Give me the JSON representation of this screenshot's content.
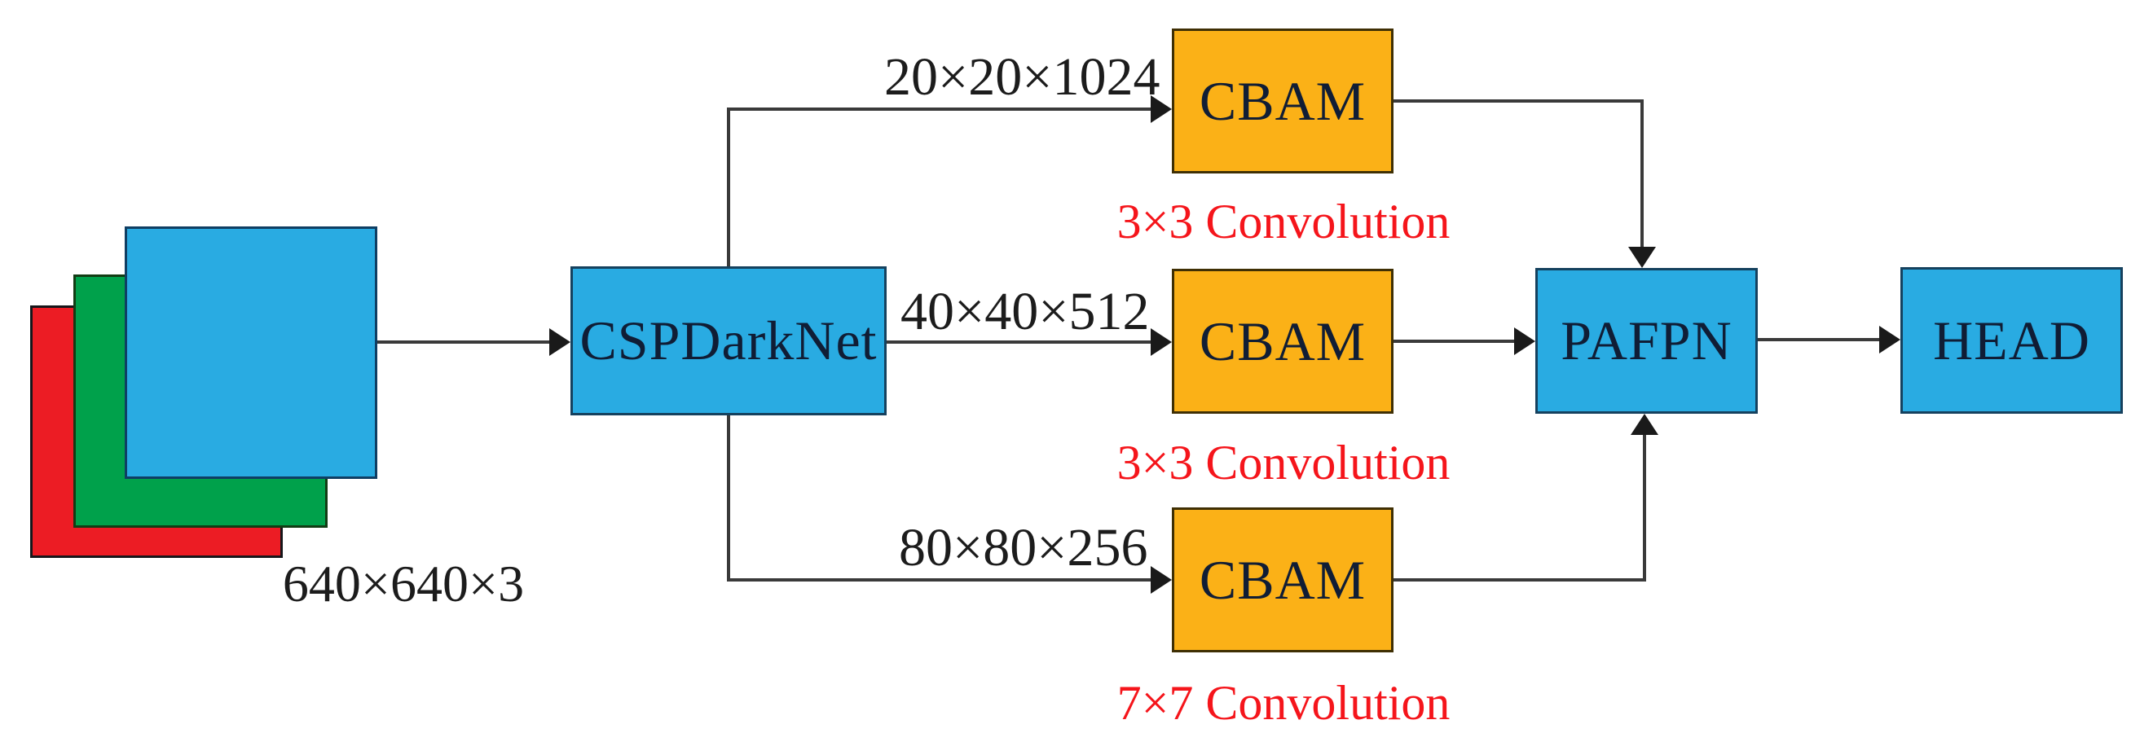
{
  "input": {
    "size_label": "640×640×3",
    "channels": [
      "red",
      "green",
      "blue"
    ]
  },
  "nodes": {
    "backbone": {
      "label": "CSPDarkNet"
    },
    "cbam_top": {
      "label": "CBAM"
    },
    "cbam_mid": {
      "label": "CBAM"
    },
    "cbam_bottom": {
      "label": "CBAM"
    },
    "neck": {
      "label": "PAFPN"
    },
    "head": {
      "label": "HEAD"
    }
  },
  "edges": {
    "top": {
      "label": "20×20×1024"
    },
    "mid": {
      "label": "40×40×512"
    },
    "bottom": {
      "label": "80×80×256"
    }
  },
  "annotations": {
    "top": {
      "label": "3×3 Convolution"
    },
    "mid": {
      "label": "3×3 Convolution"
    },
    "bottom": {
      "label": "7×7 Convolution"
    }
  },
  "colors": {
    "node_blue": "#29abe2",
    "node_orange": "#fbb117",
    "annotation_red": "#f5151b",
    "square_red": "#ec1c24",
    "square_green": "#00a14b",
    "square_blue": "#29abe2"
  }
}
